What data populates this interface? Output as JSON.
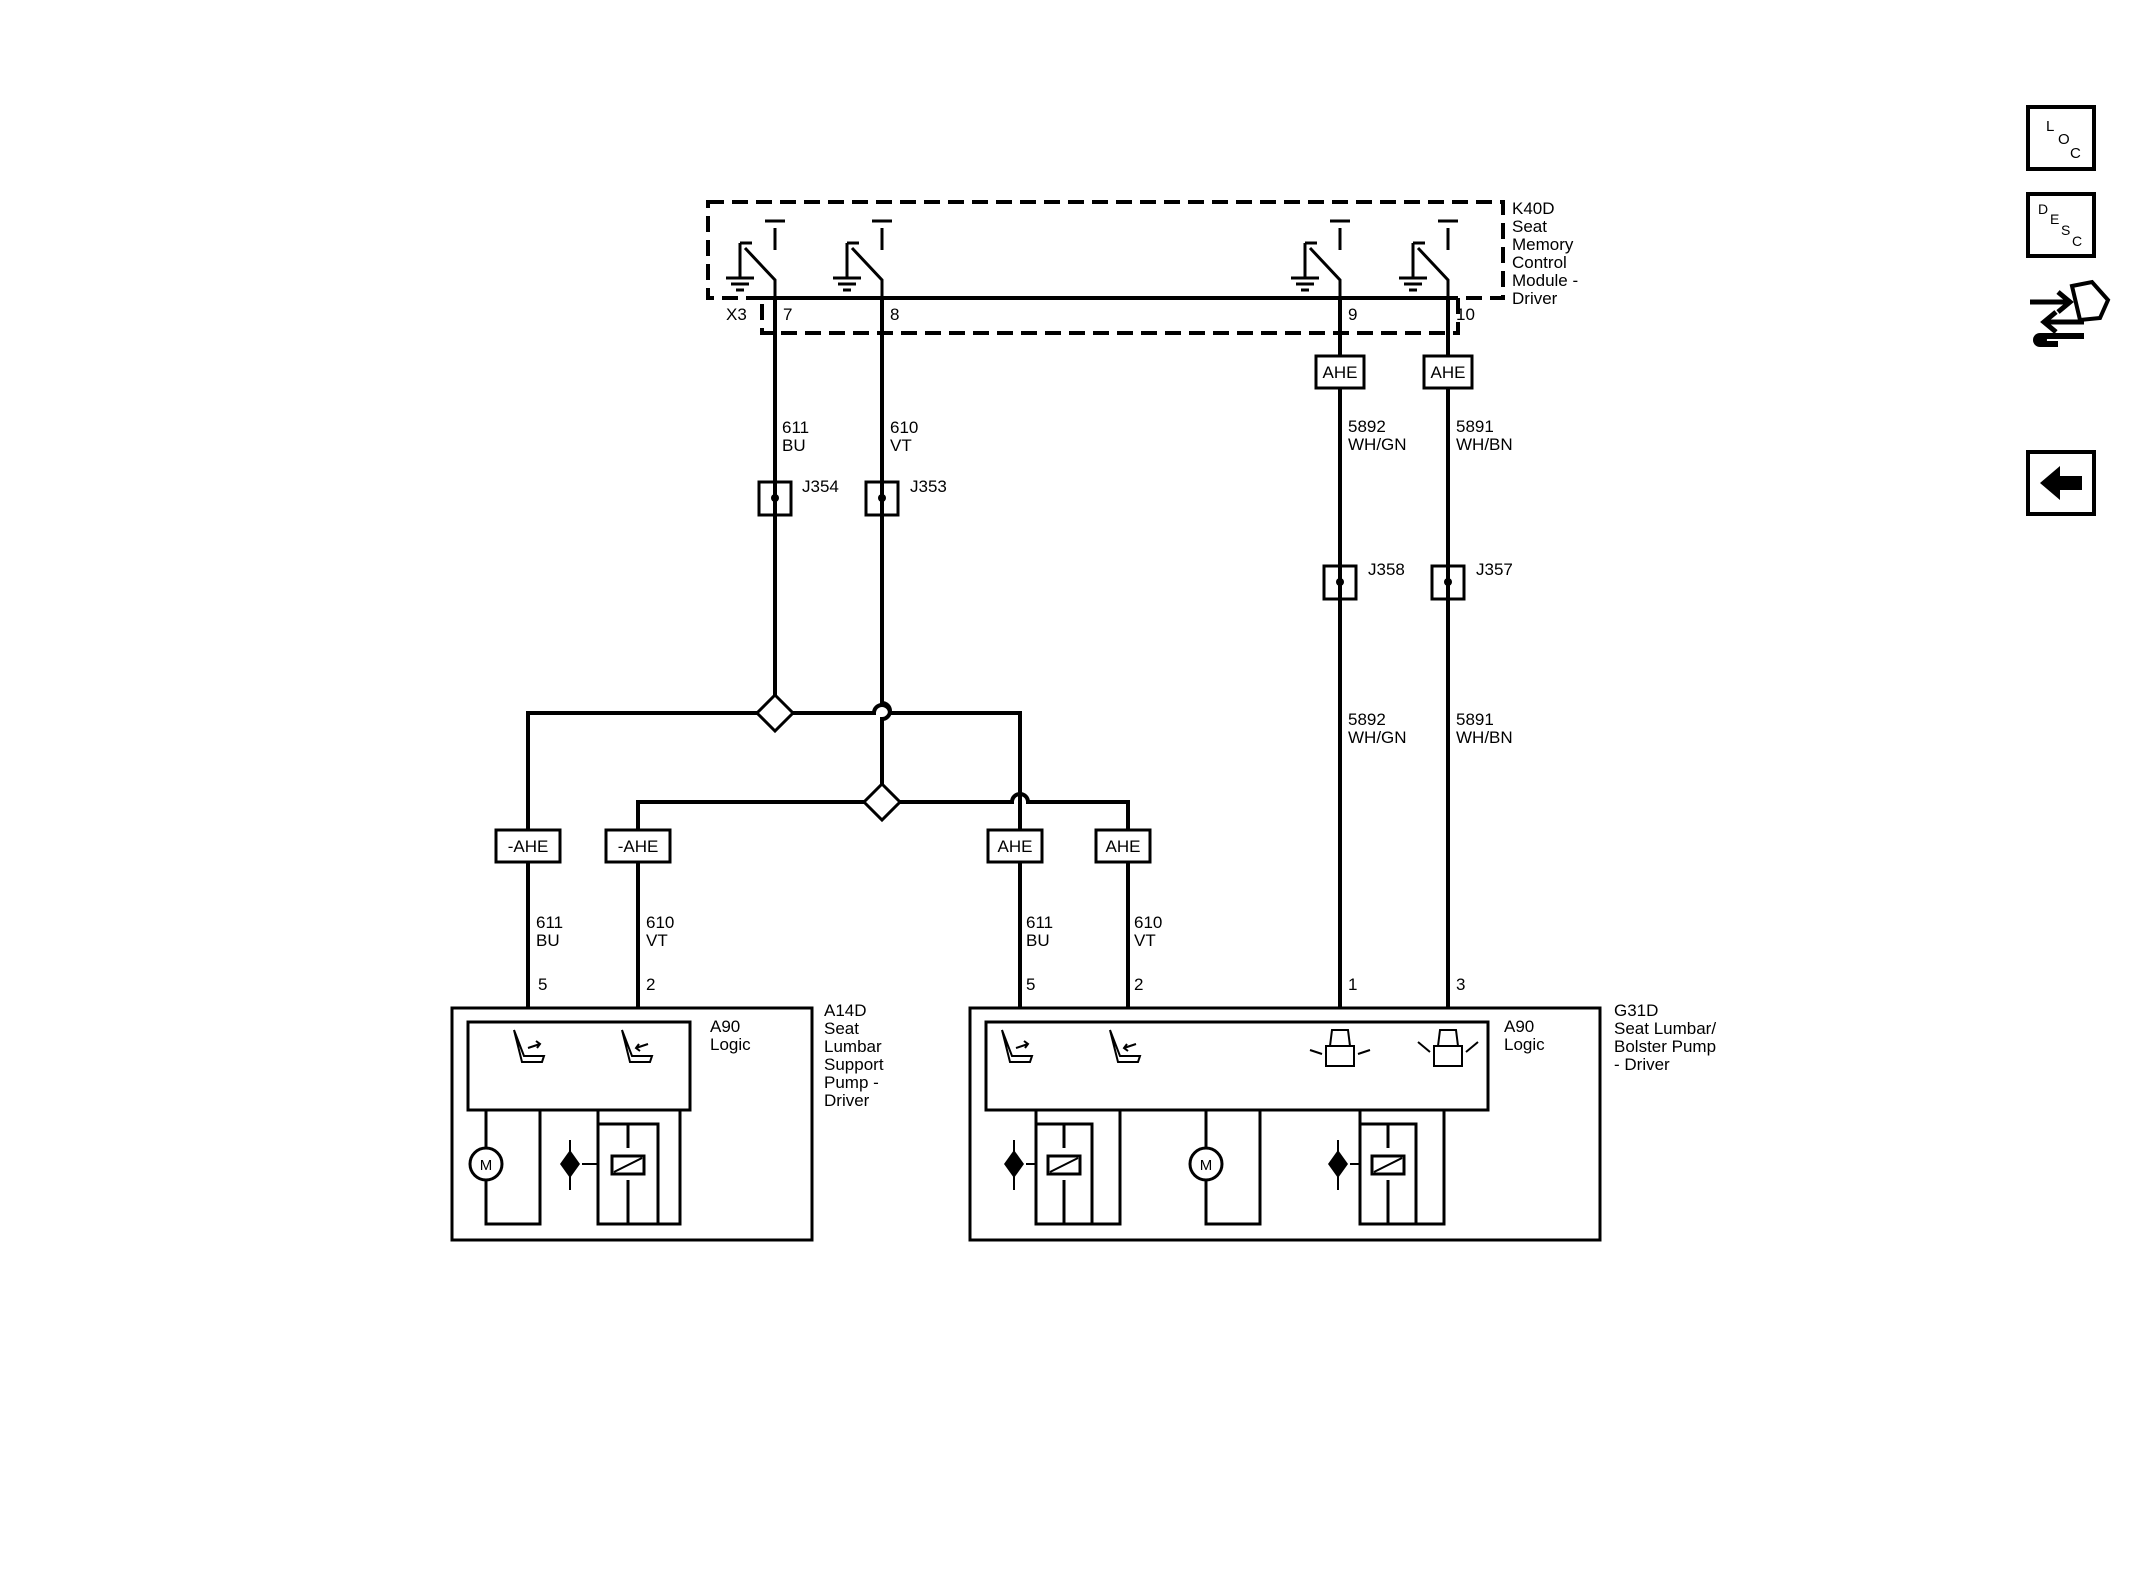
{
  "nav": {
    "loc_button": {
      "letters": [
        "L",
        "O",
        "C"
      ]
    },
    "desc_button": {
      "letters": [
        "D",
        "E",
        "S",
        "C"
      ]
    },
    "connector_icon": "connector-wrench-icon",
    "back_icon": "back-arrow-icon"
  },
  "k40d": {
    "lines": [
      "K40D",
      "Seat",
      "Memory",
      "Control",
      "Module -",
      "Driver"
    ],
    "connector": "X3",
    "pins": [
      "7",
      "8",
      "9",
      "10"
    ]
  },
  "wires": {
    "w611": {
      "circuit": "611",
      "color": "BU"
    },
    "w610": {
      "circuit": "610",
      "color": "VT"
    },
    "w5892": {
      "circuit": "5892",
      "color": "WH/GN"
    },
    "w5891": {
      "circuit": "5891",
      "color": "WH/BN"
    }
  },
  "splices": [
    "J354",
    "J353",
    "J358",
    "J357"
  ],
  "options": {
    "ahe": "AHE",
    "not_ahe": "-AHE"
  },
  "a14d": {
    "lines": [
      "A14D",
      "Seat",
      "Lumbar",
      "Support",
      "Pump -",
      "Driver"
    ],
    "logic_lines": [
      "A90",
      "Logic"
    ],
    "pins": [
      "5",
      "2"
    ],
    "motor": "M"
  },
  "g31d": {
    "lines": [
      "G31D",
      "Seat Lumbar/",
      "Bolster Pump",
      "- Driver"
    ],
    "logic_lines": [
      "A90",
      "Logic"
    ],
    "pins": [
      "5",
      "2",
      "1",
      "3"
    ],
    "motor": "M"
  }
}
